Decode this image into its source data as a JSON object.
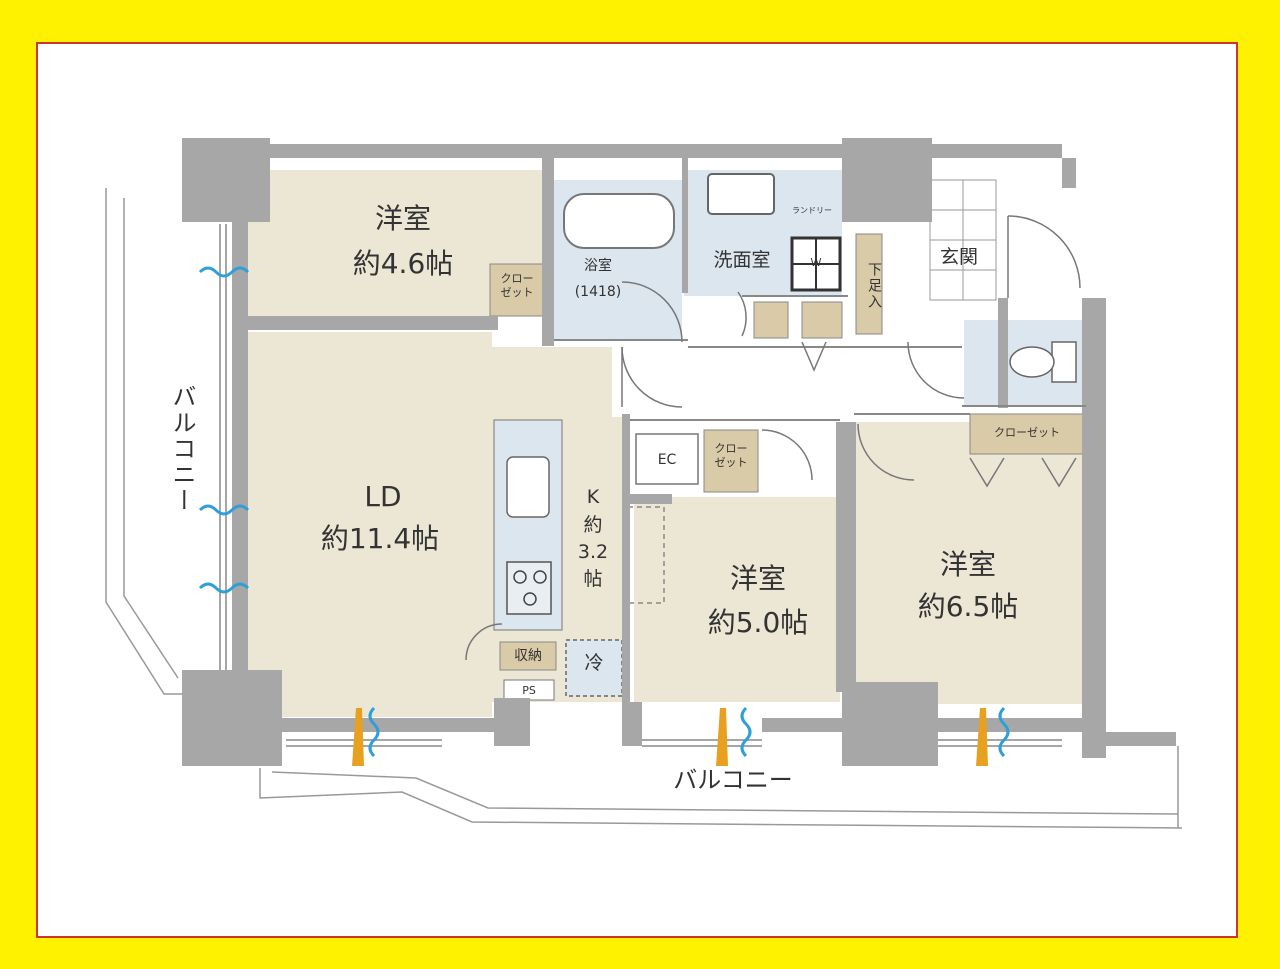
{
  "rooms": {
    "western_room_1": {
      "name": "洋室",
      "size": "約4.6帖"
    },
    "western_room_2": {
      "name": "洋室",
      "size": "約5.0帖"
    },
    "western_room_3": {
      "name": "洋室",
      "size": "約6.5帖"
    },
    "ld": {
      "name": "LD",
      "size": "約11.4帖"
    },
    "kitchen": {
      "name": "K",
      "size_prefix": "約",
      "size_value": "3.2",
      "size_unit": "帖"
    },
    "bathroom": {
      "name": "浴室",
      "spec": "(1418)"
    },
    "washroom": {
      "name": "洗面室"
    },
    "entrance": {
      "name": "玄関"
    }
  },
  "fixtures": {
    "closet_small_1": "クロー\nゼット",
    "closet_small_2": "クロー\nゼット",
    "closet_wide": "クローゼット",
    "shoe_storage": "下足入",
    "storage": "収納",
    "fridge": "冷",
    "ec": "EC",
    "ps": "PS",
    "washer_pan": "Ｗ",
    "laundry_tag": "ランドリー"
  },
  "balcony": {
    "side_label": "バルコニー",
    "bottom_label": "バルコニー"
  },
  "colors": {
    "background": "#FFF200",
    "frame_border": "#d0342c",
    "room_fill": "#ECE7D5",
    "wet_area_fill": "#DCE6EE",
    "closet_fill": "#D9CAA8",
    "wall": "#A7A7A7",
    "vent_blue": "#2F9FD9",
    "vent_orange": "#E8A020"
  }
}
